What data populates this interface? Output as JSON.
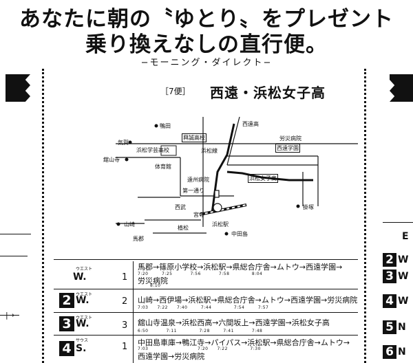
{
  "headline": {
    "line1": "あなたに朝の〝ゆとり〟をプレゼント",
    "line2": "乗り換えなしの直行便。",
    "subtitle": "−モーニング・ダイレクト−"
  },
  "title_block": {
    "count": "［7便］",
    "title": "西遠・浜松女子高"
  },
  "map": {
    "labels": {
      "kyusho": "鴨田",
      "kihoku": "気賀",
      "shirahama_gakugei": "浜松学芸高校",
      "kaneyama": "舘山寺",
      "taikukan": "体育館",
      "enshu_byoin": "遠州病院",
      "daiichi_dori": "第一通り",
      "seibu": "西武",
      "hamamatsu_eki": "浜松駅",
      "nakatajima": "中田島",
      "yamazaki": "山崎",
      "umabashi": "馬郡",
      "hikoza": "植松",
      "saigo_koko": "西遠高",
      "kougyo_koko": "興誠高校",
      "rosai_byoin": "労災病院",
      "seien_gakuen": "西遠学園",
      "hamamatsu_joshi": "浜松女子高",
      "shikoku": "掛塚",
      "kosei_line": "浜松線",
      "kyoto_kaido": "宮寺"
    }
  },
  "routes": [
    {
      "kana": "ウエスト",
      "label": "W.",
      "number": "",
      "freq": "1",
      "line1": "馬郡→篠原小学校→浜松駅→県総合庁舎→ムトウ→西遠学園→",
      "times1": "7:20　　　7:25　　　　7:56　　　　7:58　　　　　8:04",
      "line2": "労災病院",
      "times2": "8:10"
    },
    {
      "kana": "ウエスト",
      "label": "W.",
      "number": "2",
      "freq": "2",
      "line1": "山崎→西伊場→浜松駅→県総合庁舎→ムトウ→西遠学園→労災病院",
      "times1": "7:03　　7:22　　7:40　　　7:44　　　　　7:54　　　7:57",
      "line2": "",
      "times2": ""
    },
    {
      "kana": "ウエスト",
      "label": "W.",
      "number": "3",
      "freq": "3",
      "line1": "舘山寺温泉→浜松西高→六間坂上→西遠学園→浜松女子高",
      "times1": "6:50　　　　7:11　　　　　7:28　　　7:41　　　　7:48",
      "line2": "",
      "times2": ""
    },
    {
      "kana": "サウス",
      "label": "S.",
      "number": "4",
      "freq": "1",
      "line1": "中田島車庫→鴨江寺→パイパス→浜松駅→県総合庁舎→ムトウ→",
      "times1": "7:03　　　　　　　　　　　7:20　　7:22　　　　　7:30",
      "line2": "西遠学園→労災病院",
      "times2": ""
    }
  ],
  "right_edge": {
    "frag_top": "E",
    "items": [
      {
        "num": "2",
        "letter": "W"
      },
      {
        "num": "3",
        "letter": "W"
      },
      {
        "num": "4",
        "letter": "W"
      },
      {
        "num": "5",
        "letter": "N"
      },
      {
        "num": "6",
        "letter": "N"
      }
    ]
  }
}
